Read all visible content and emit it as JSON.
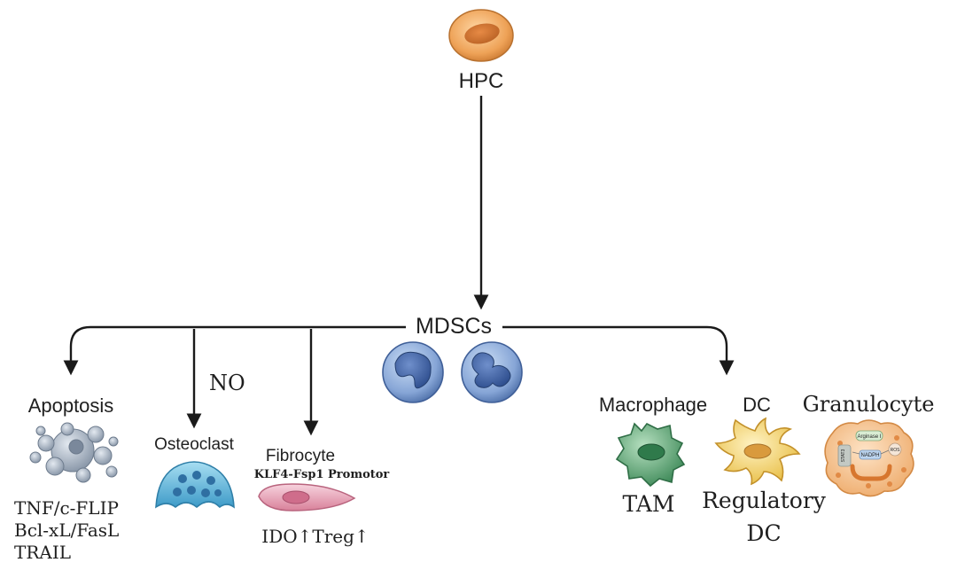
{
  "nodes": {
    "hpc": "HPC",
    "mdscs": "MDSCs",
    "apoptosis": "Apoptosis",
    "osteoclast": "Osteoclast",
    "fibrocyte": "Fibrocyte",
    "macrophage": "Macrophage",
    "dc": "DC",
    "granulocyte": "Granulocyte"
  },
  "annotations": {
    "no": "NO",
    "klf4": "KLF4-Fsp1 Promotor",
    "apoptosis_lines": [
      "TNF/c-FLIP",
      "Bcl-xL/FasL",
      "TRAIL"
    ],
    "ido_treg": "IDO↑Treg↑",
    "tam": "TAM",
    "regulatory_dc": [
      "Regulatory",
      "DC"
    ]
  },
  "granulocyte_labels": {
    "arginase": "Arginase I",
    "nadph": "NADPH",
    "ros": "ROS",
    "stat3": "STAT3"
  },
  "colors": {
    "hpc_cell": "#e89a4a",
    "mdsc_cell": "#5b7fc0",
    "apoptotic_cell": "#9aa8b8",
    "osteoclast": "#5bb3d9",
    "fibrocyte": "#e59bb0",
    "macrophage": "#4f9a6a",
    "dc_cell": "#f0cf5a",
    "granulocyte": "#f1b77d"
  }
}
